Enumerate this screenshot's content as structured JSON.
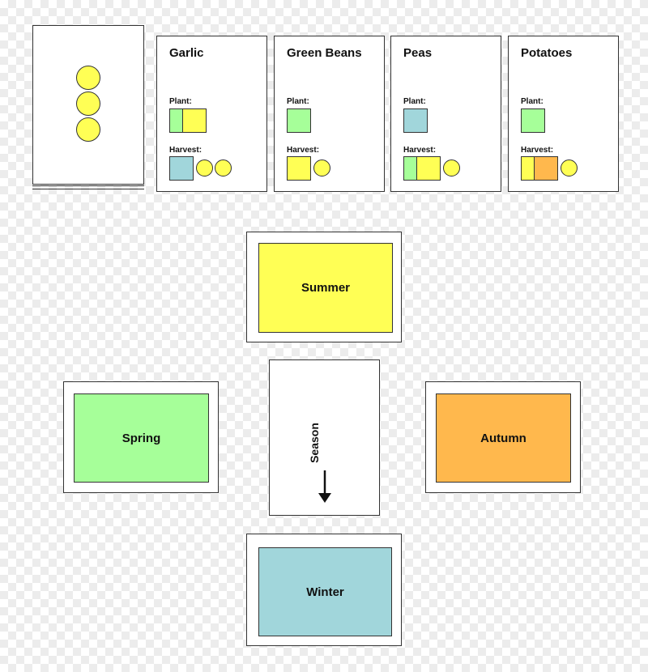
{
  "colors": {
    "yellow": "#ffff55",
    "green": "#a6ff99",
    "blue": "#a1d6db",
    "orange": "#ffb84d"
  },
  "deck": {
    "dots": 3
  },
  "plant_label": "Plant:",
  "harvest_label": "Harvest:",
  "crops": [
    {
      "name": "Garlic",
      "plant": [
        "green",
        "yellow"
      ],
      "harvest_squares": [
        "blue"
      ],
      "harvest_dots": 2
    },
    {
      "name": "Green Beans",
      "plant": [
        "green"
      ],
      "harvest_squares": [
        "yellow"
      ],
      "harvest_dots": 1
    },
    {
      "name": "Peas",
      "plant": [
        "blue"
      ],
      "harvest_squares": [
        "green",
        "yellow"
      ],
      "harvest_dots": 1
    },
    {
      "name": "Potatoes",
      "plant": [
        "green"
      ],
      "harvest_squares": [
        "yellow",
        "orange"
      ],
      "harvest_dots": 1
    }
  ],
  "seasons": {
    "summer": "Summer",
    "spring": "Spring",
    "autumn": "Autumn",
    "winter": "Winter"
  },
  "season_card": {
    "label": "Season",
    "arrow": "down-arrow-icon"
  }
}
